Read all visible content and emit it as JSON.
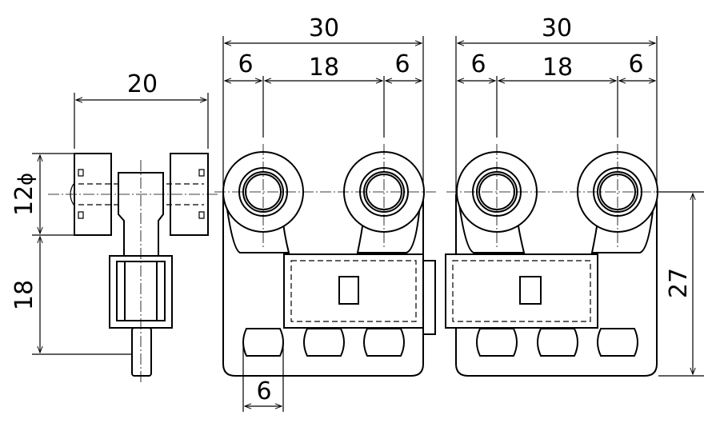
{
  "side_view": {
    "width_label": "20",
    "diameter_label": "12",
    "diameter_symbol": "ϕ",
    "height_label": "18"
  },
  "front_view_left": {
    "overall_label": "30",
    "left_offset_label": "6",
    "pitch_label": "18",
    "right_offset_label": "6",
    "slot_width_label": "6"
  },
  "front_view_right": {
    "overall_label": "30",
    "left_offset_label": "6",
    "pitch_label": "18",
    "right_offset_label": "6",
    "height_label": "27"
  }
}
